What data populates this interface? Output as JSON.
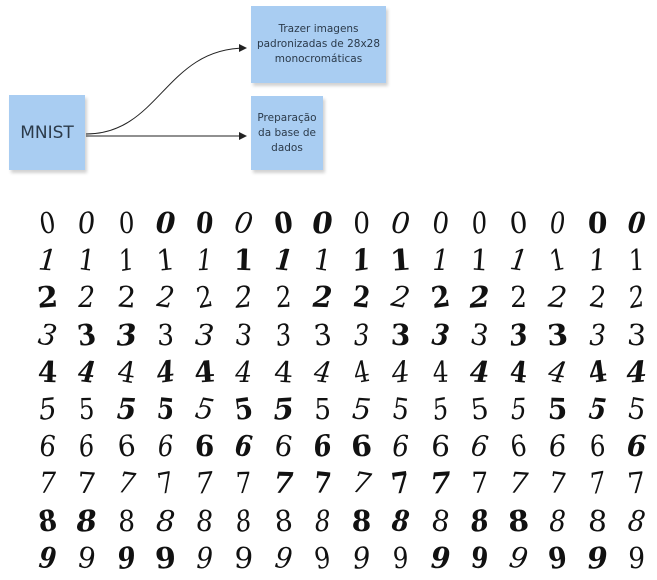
{
  "notes": {
    "source": "MNIST",
    "target_top": "Trazer imagens\npadronizadas de 28x28\nmonocromáticas",
    "target_bottom": "Preparação\nda base de\ndados"
  },
  "colors": {
    "note": "#a9cdf2",
    "ink": "#111111",
    "arrow": "#222222"
  },
  "digit_sample": {
    "rows": [
      [
        "0",
        "0",
        "0",
        "0",
        "0",
        "0",
        "0",
        "0",
        "0",
        "0",
        "0",
        "0",
        "0",
        "0",
        "0",
        "0"
      ],
      [
        "1",
        "1",
        "1",
        "1",
        "1",
        "1",
        "1",
        "1",
        "1",
        "1",
        "1",
        "1",
        "1",
        "1",
        "1",
        "1"
      ],
      [
        "2",
        "2",
        "2",
        "2",
        "2",
        "2",
        "2",
        "2",
        "2",
        "2",
        "2",
        "2",
        "2",
        "2",
        "2",
        "2"
      ],
      [
        "3",
        "3",
        "3",
        "3",
        "3",
        "3",
        "3",
        "3",
        "3",
        "3",
        "3",
        "3",
        "3",
        "3",
        "3",
        "3"
      ],
      [
        "4",
        "4",
        "4",
        "4",
        "4",
        "4",
        "4",
        "4",
        "4",
        "4",
        "4",
        "4",
        "4",
        "4",
        "4",
        "4"
      ],
      [
        "5",
        "5",
        "5",
        "5",
        "5",
        "5",
        "5",
        "5",
        "5",
        "5",
        "5",
        "5",
        "5",
        "5",
        "5",
        "5"
      ],
      [
        "6",
        "6",
        "6",
        "6",
        "6",
        "6",
        "6",
        "6",
        "6",
        "6",
        "6",
        "6",
        "6",
        "6",
        "6",
        "6"
      ],
      [
        "7",
        "7",
        "7",
        "7",
        "7",
        "7",
        "7",
        "7",
        "7",
        "7",
        "7",
        "7",
        "7",
        "7",
        "7",
        "7"
      ],
      [
        "8",
        "8",
        "8",
        "8",
        "8",
        "8",
        "8",
        "8",
        "8",
        "8",
        "8",
        "8",
        "8",
        "8",
        "8",
        "8"
      ],
      [
        "9",
        "9",
        "9",
        "9",
        "9",
        "9",
        "9",
        "9",
        "9",
        "9",
        "9",
        "9",
        "9",
        "9",
        "9",
        "9"
      ]
    ]
  }
}
